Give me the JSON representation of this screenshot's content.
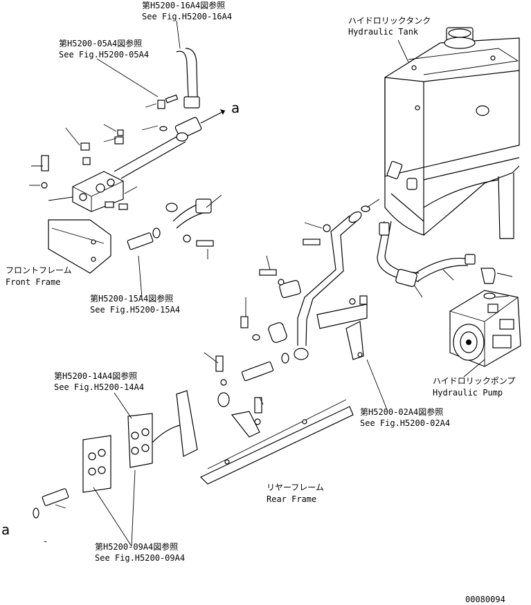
{
  "diagram": {
    "labels": {
      "ref_16": {
        "jp": "第H5200-16A4図参照",
        "en": "See Fig.H5200-16A4"
      },
      "ref_05": {
        "jp": "第H5200-05A4図参照",
        "en": "See Fig.H5200-05A4"
      },
      "tank": {
        "jp": "ハイドロリックタンク",
        "en": "Hydraulic Tank"
      },
      "front_frame": {
        "jp": "フロントフレーム",
        "en": "Front Frame"
      },
      "ref_15": {
        "jp": "第H5200-15A4図参照",
        "en": "See Fig.H5200-15A4"
      },
      "ref_14": {
        "jp": "第H5200-14A4図参照",
        "en": "See Fig.H5200-14A4"
      },
      "pump": {
        "jp": "ハイドロリックポンプ",
        "en": "Hydraulic Pump"
      },
      "ref_02": {
        "jp": "第H5200-02A4図参照",
        "en": "See Fig.H5200-02A4"
      },
      "rear_frame": {
        "jp": "リヤーフレーム",
        "en": "Rear Frame"
      },
      "ref_09": {
        "jp": "第H5200-09A4図参照",
        "en": "See Fig.H5200-09A4"
      },
      "connector_a_top": "a",
      "connector_a_bottom": "a",
      "dash": "-",
      "figure_number": "00080094"
    }
  }
}
